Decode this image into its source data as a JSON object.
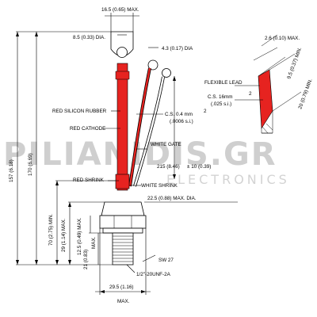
{
  "watermark": {
    "brand": "PILIANIDIS.GR",
    "sub": "ELECTRONICS"
  },
  "labels": {
    "top_width": "16.5 (0.65) MAX.",
    "hole_dia": "8.5 (0.33) DIA.",
    "gate_ring_dia": "4.3 (0.17) DIA",
    "red_rubber": "RED SILICON RUBBER",
    "red_cathode": "RED CATHODE",
    "cs_04": "C.S. 0.4 mm",
    "cs_04_in": "(.0006 s.i.)",
    "cs_04_note": "2",
    "white_gate": "WHITE GATE",
    "lead_215": "215 (8.46)",
    "tol": "± 10 (0.39)",
    "red_shrink": "RED SHRINK",
    "white_shrink": "WHITE SHRINK",
    "base_dia": "22.5 (0.88) MAX. DIA.",
    "h_157": "157 (6.18)",
    "h_170": "170 (6.69)",
    "h_70": "70 (2.75) MIN.",
    "h_29": "29 (1.14) MAX.",
    "h_125": "12.5 (0.49) MAX.",
    "h_21": "21 (0.83)",
    "max": "MAX.",
    "sw": "SW 27",
    "thread": "1/2\"-20UNF-2A",
    "bottom_width": "29.5 (1.16)",
    "bottom_max": "MAX.",
    "detail_max": "2.6 (0.10) MAX.",
    "detail_95": "9.5 (0.37) MIN.",
    "detail_20": "20 (0.79) MIN.",
    "flex_lead": "FLEXIBLE LEAD",
    "cs_16": "C.S. 16mm",
    "cs_16_note": "2",
    "cs_16_in": "(.025 s.i.)"
  },
  "colors": {
    "lead_red": "#e62320",
    "watermark": "#cfcfcf",
    "line": "#000000"
  }
}
